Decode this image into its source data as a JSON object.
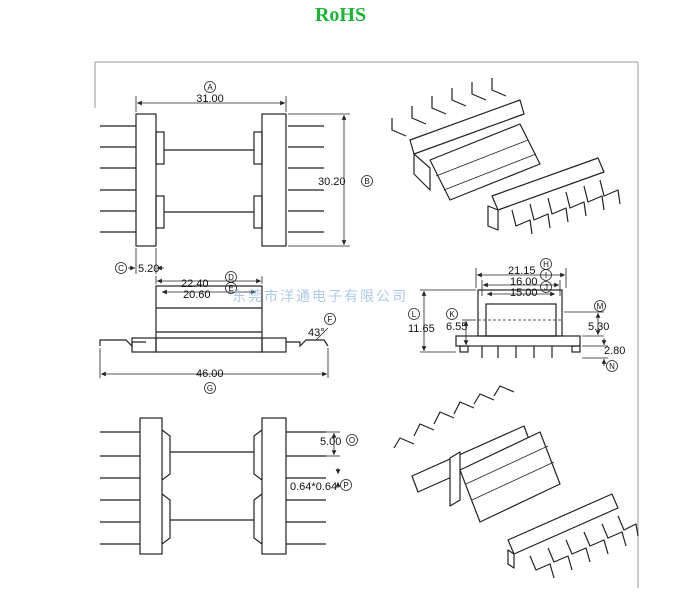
{
  "title": "RoHS",
  "watermark": "东莞市洋通电子有限公司",
  "colors": {
    "title": "#19b433",
    "watermark": "#9ec0e8",
    "line": "#222222"
  },
  "dims": {
    "A": {
      "letter": "A",
      "value": "31.00"
    },
    "B": {
      "letter": "B",
      "value": "30.20"
    },
    "C": {
      "letter": "C",
      "value": "5.20"
    },
    "D": {
      "letter": "D",
      "value": "22.40"
    },
    "E": {
      "letter": "E",
      "value": "20.60"
    },
    "F": {
      "letter": "F",
      "value": "43°"
    },
    "G": {
      "letter": "G",
      "value": "46.00"
    },
    "H": {
      "letter": "H",
      "value": "21.15"
    },
    "I": {
      "letter": "I",
      "value": "16.00"
    },
    "J": {
      "letter": "J",
      "value": "15.00"
    },
    "K": {
      "letter": "K",
      "value": "6.55"
    },
    "L": {
      "letter": "L",
      "value": "11.65"
    },
    "M": {
      "letter": "M",
      "value": "5.30"
    },
    "N": {
      "letter": "N",
      "value": "2.80"
    },
    "O": {
      "letter": "O",
      "value": "5.00"
    },
    "P": {
      "letter": "P",
      "value": "0.64*0.64"
    }
  }
}
